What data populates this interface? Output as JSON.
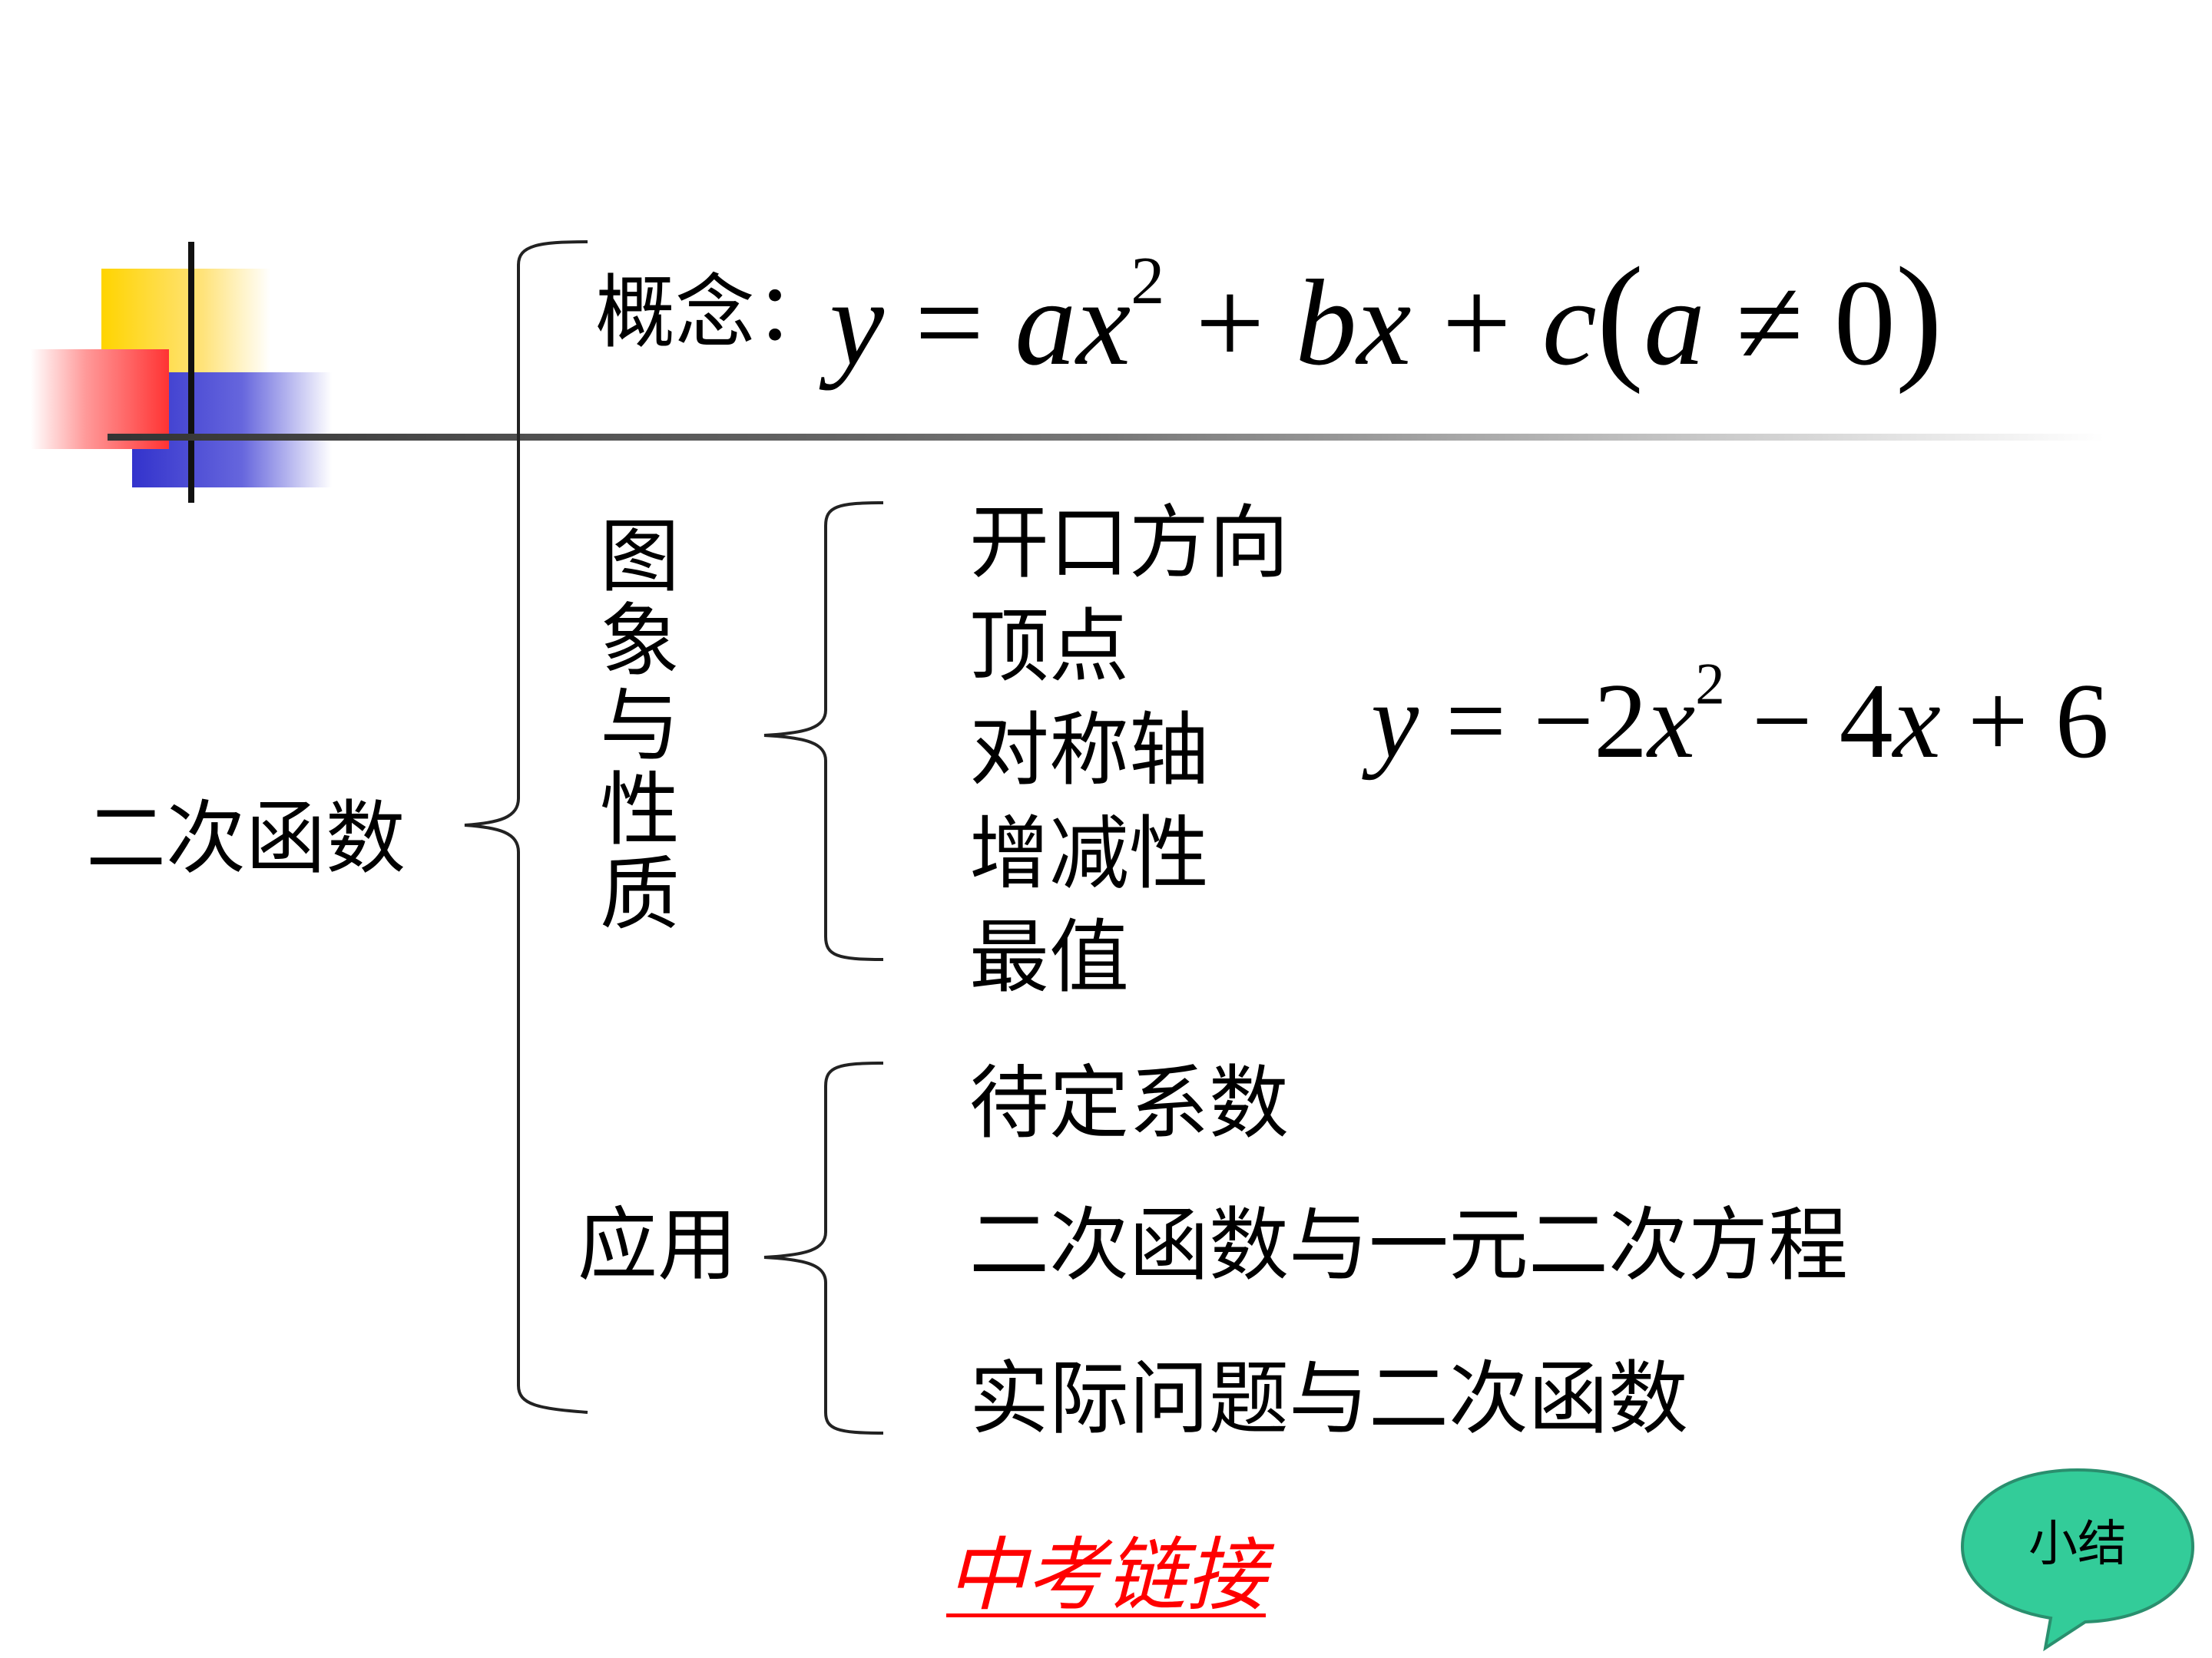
{
  "root": {
    "label": "二次函数"
  },
  "concept": {
    "prefix": "概念：",
    "formula": {
      "y": "y",
      "eq": "=",
      "a": "a",
      "x": "x",
      "sq": "2",
      "plus": "+",
      "b": "b",
      "x2": "x",
      "plus2": "+",
      "c": "c",
      "lp": "(",
      "a2": "a",
      "ne": "≠",
      "zero": "0",
      "rp": ")"
    }
  },
  "graph_properties": {
    "label_chars": [
      "图",
      "象",
      "与",
      "性",
      "质"
    ],
    "items": [
      "开口方向",
      "顶点",
      "对称轴",
      "增减性",
      "最值"
    ],
    "example": {
      "y": "y",
      "eq": "=",
      "minus": "−",
      "two": "2",
      "x": "x",
      "sq": "2",
      "minus2": "−",
      "four": "4",
      "x2": "x",
      "plus": "+",
      "six": "6"
    }
  },
  "applications": {
    "label": "应用",
    "items": [
      "待定系数",
      "二次函数与一元二次方程",
      "实际问题与二次函数"
    ]
  },
  "link": {
    "label": "中考链接"
  },
  "bubble": {
    "label": "小结"
  },
  "colors": {
    "yellow": "#ffd400",
    "red": "#ff4d4d",
    "blue": "#3333cc",
    "link": "#ff0000",
    "bubble": "#33cc99"
  }
}
